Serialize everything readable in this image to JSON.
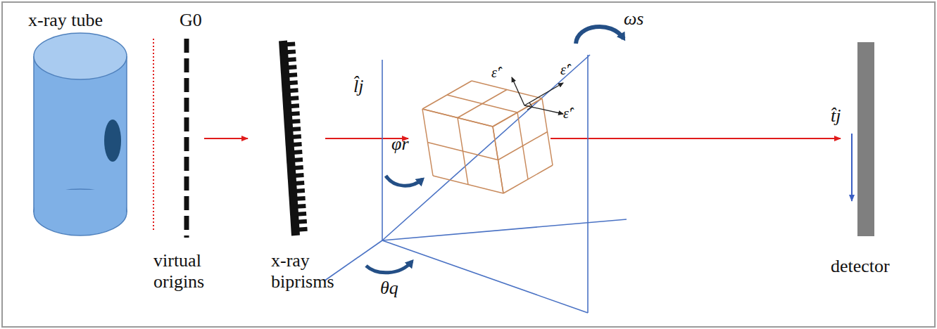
{
  "diagram": {
    "labels": [
      "x-ray tube",
      "G0",
      "virtual origins",
      "x-ray biprisms",
      "l̂j",
      "φr",
      "θq",
      "ε̂′",
      "ε̂′",
      "ε̂′",
      "ωs",
      "t̂j",
      "detector"
    ]
  }
}
